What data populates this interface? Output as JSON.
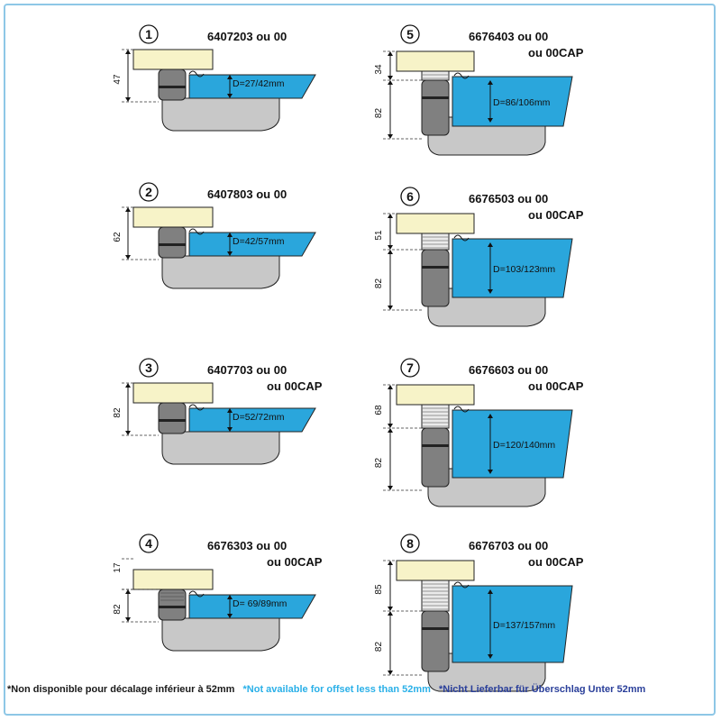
{
  "colors": {
    "water": "#2aa6dc",
    "coping": "#f7f3c8",
    "concrete": "#c8c8c8",
    "skimmer": "#808080",
    "outline": "#222222",
    "footer_fr": "#1a1a1a",
    "footer_en": "#2ab0e8",
    "footer_de": "#2a3f9a"
  },
  "panels": [
    {
      "number": "1",
      "code_line1": "6407203 ou 00",
      "code_line2": "",
      "top_dim": "",
      "main_dim": "47",
      "lower_dim": "",
      "d_label": "D=27/42mm"
    },
    {
      "number": "2",
      "code_line1": "6407803 ou 00",
      "code_line2": "",
      "top_dim": "",
      "main_dim": "62",
      "lower_dim": "",
      "d_label": "D=42/57mm"
    },
    {
      "number": "3",
      "code_line1": "6407703 ou 00",
      "code_line2": "ou 00CAP",
      "top_dim": "",
      "main_dim": "82",
      "lower_dim": "",
      "d_label": "D=52/72mm"
    },
    {
      "number": "4",
      "code_line1": "6676303 ou 00",
      "code_line2": "ou 00CAP",
      "top_dim": "17",
      "main_dim": "82",
      "lower_dim": "",
      "d_label": "D= 69/89mm"
    },
    {
      "number": "5",
      "code_line1": "6676403 ou 00",
      "code_line2": "ou 00CAP",
      "top_dim": "34",
      "main_dim": "",
      "lower_dim": "82",
      "d_label": "D=86/106mm"
    },
    {
      "number": "6",
      "code_line1": "6676503 ou 00",
      "code_line2": "ou 00CAP",
      "top_dim": "51",
      "main_dim": "",
      "lower_dim": "82",
      "d_label": "D=103/123mm"
    },
    {
      "number": "7",
      "code_line1": "6676603 ou 00",
      "code_line2": "ou 00CAP",
      "top_dim": "68",
      "main_dim": "",
      "lower_dim": "82",
      "d_label": "D=120/140mm"
    },
    {
      "number": "8",
      "code_line1": "6676703 ou 00",
      "code_line2": "ou 00CAP",
      "top_dim": "85",
      "main_dim": "",
      "lower_dim": "82",
      "d_label": "D=137/157mm"
    }
  ],
  "footer": {
    "fr": "*Non disponible pour décalage inférieur à 52mm",
    "en": "*Not available for offset less than 52mm",
    "de": "*Nicht Lieferbar für Überschlag Unter 52mm"
  }
}
